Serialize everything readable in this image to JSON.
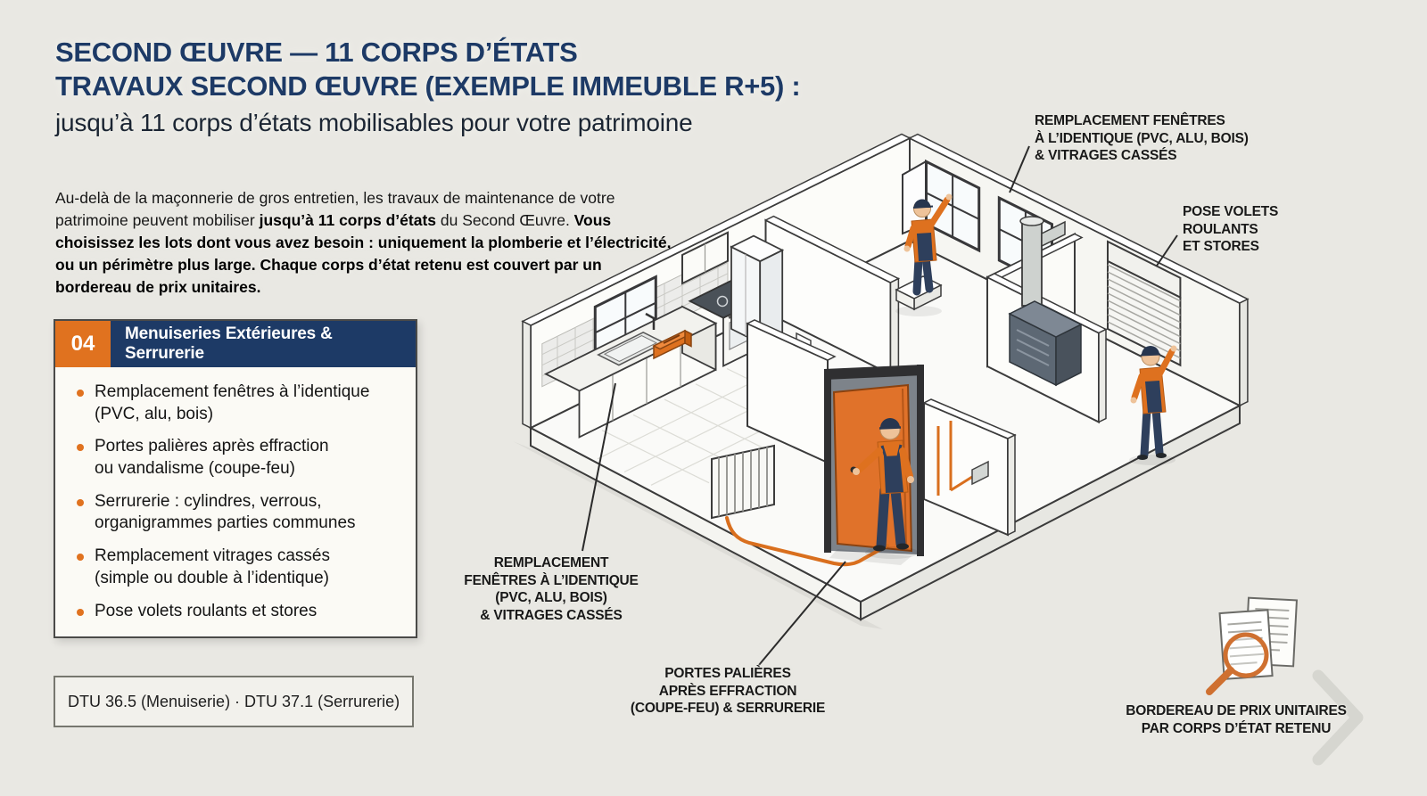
{
  "colors": {
    "background": "#e9e8e3",
    "accent_orange": "#e0721f",
    "navy": "#1d3a66"
  },
  "header": {
    "line1": "SECOND ŒUVRE — 11 CORPS D’ÉTATS",
    "line2": "TRAVAUX SECOND ŒUVRE (EXEMPLE IMMEUBLE R+5) :",
    "line3": "jusqu’à 11 corps d’états mobilisables pour votre patrimoine"
  },
  "intro": {
    "part1": "Au-delà de la maçonnerie de gros entretien, les travaux de maintenance de votre patrimoine peuvent mobiliser ",
    "bold1": "jusqu’à 11 corps d’états",
    "part2": " du Second Œuvre. ",
    "bold2": "Vous choisissez les lots dont vous avez besoin : uniquement la plomberie et l’électricité, ou un périmètre plus large. Chaque corps d’état retenu est couvert par un bordereau de prix unitaires."
  },
  "lot_card": {
    "number": "04",
    "title": "Menuiseries Extérieures & Serrurerie",
    "items": [
      "Remplacement fenêtres à l’identique\n(PVC, alu, bois)",
      "Portes palières après effraction\nou vandalisme (coupe-feu)",
      "Serrurerie : cylindres, verrous,\norganigrammes parties communes",
      "Remplacement vitrages cassés\n(simple ou double à l’identique)",
      "Pose volets roulants et stores"
    ]
  },
  "dtu_note": "DTU 36.5 (Menuiserie) · DTU 37.1 (Serrurerie)",
  "annotations": {
    "windows_top": "REMPLACEMENT FENÊTRES\nÀ L’IDENTIQUE (PVC, ALU, BOIS)\n& VITRAGES CASSÉS",
    "shutters": "POSE VOLETS\nROULANTS\nET STORES",
    "windows_kitchen": "REMPLACEMENT\nFENÊTRES À L’IDENTIQUE\n(PVC, ALU, BOIS)\n& VITRAGES CASSÉS",
    "doors": "PORTES PALIÈRES\nAPRÈS EFFRACTION\n(COUPE-FEU) & SERRURERIE",
    "bordereau": "BORDEREAU DE PRIX UNITAIRES\nPAR CORPS D’ÉTAT RETENU"
  }
}
